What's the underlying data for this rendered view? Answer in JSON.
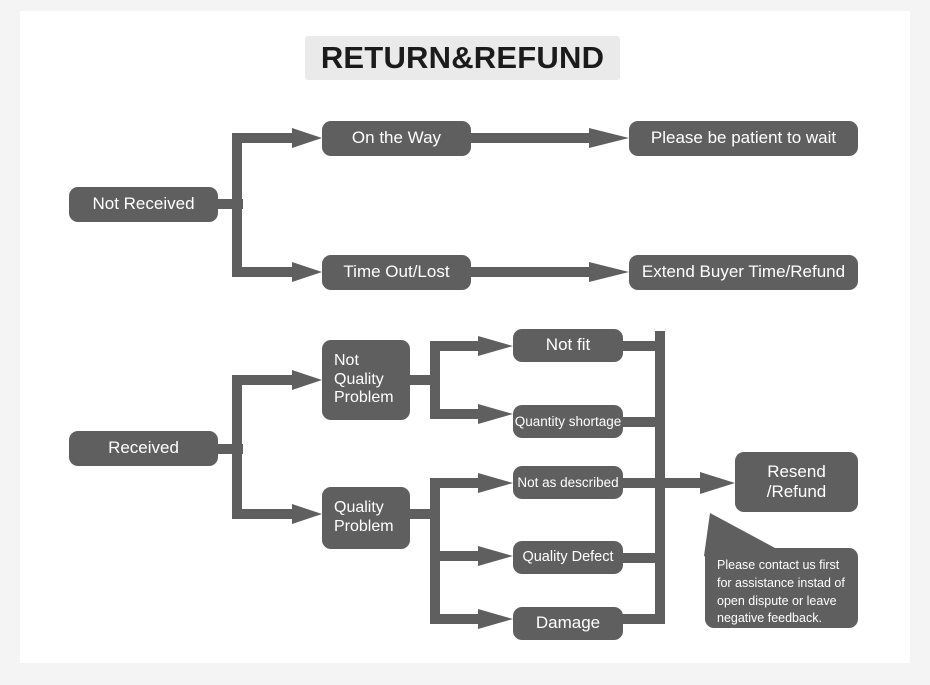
{
  "page": {
    "title": "RETURN&REFUND",
    "background_color": "#f4f4f4",
    "canvas_color": "#ffffff",
    "node_color": "#5f5f5f",
    "title_background_color": "#eaeaea",
    "connector_color": "#5f5f5f",
    "text_color": "#ffffff"
  },
  "nodes": {
    "not_received": "Not Received",
    "on_the_way": "On the Way",
    "time_out_lost": "Time Out/Lost",
    "please_wait": "Please be patient to wait",
    "extend_buyer": "Extend Buyer Time/Refund",
    "received": "Received",
    "not_quality_problem": "Not\nQuality\nProblem",
    "quality_problem": "Quality\nProblem",
    "not_fit": "Not fit",
    "quantity_shortage": "Quantity shortage",
    "not_as_described": "Not as described",
    "quality_defect": "Quality Defect",
    "damage": "Damage",
    "resend_refund": "Resend\n/Refund"
  },
  "callout": {
    "text": "Please contact us first\nfor assistance instad of\nopen dispute or leave\nnegative feedback."
  },
  "chart_data": {
    "type": "diagram",
    "title": "RETURN&REFUND",
    "flow": [
      {
        "from": "Not Received",
        "to": [
          "On the Way",
          "Time Out/Lost"
        ]
      },
      {
        "from": "On the Way",
        "to": [
          "Please be patient to wait"
        ]
      },
      {
        "from": "Time Out/Lost",
        "to": [
          "Extend Buyer Time/Refund"
        ]
      },
      {
        "from": "Received",
        "to": [
          "Not Quality Problem",
          "Quality Problem"
        ]
      },
      {
        "from": "Not Quality Problem",
        "to": [
          "Not fit",
          "Quantity shortage"
        ]
      },
      {
        "from": "Quality Problem",
        "to": [
          "Not as described",
          "Quality Defect",
          "Damage"
        ]
      },
      {
        "from": [
          "Not fit",
          "Quantity shortage",
          "Not as described",
          "Quality Defect",
          "Damage"
        ],
        "to": [
          "Resend /Refund"
        ]
      }
    ]
  }
}
